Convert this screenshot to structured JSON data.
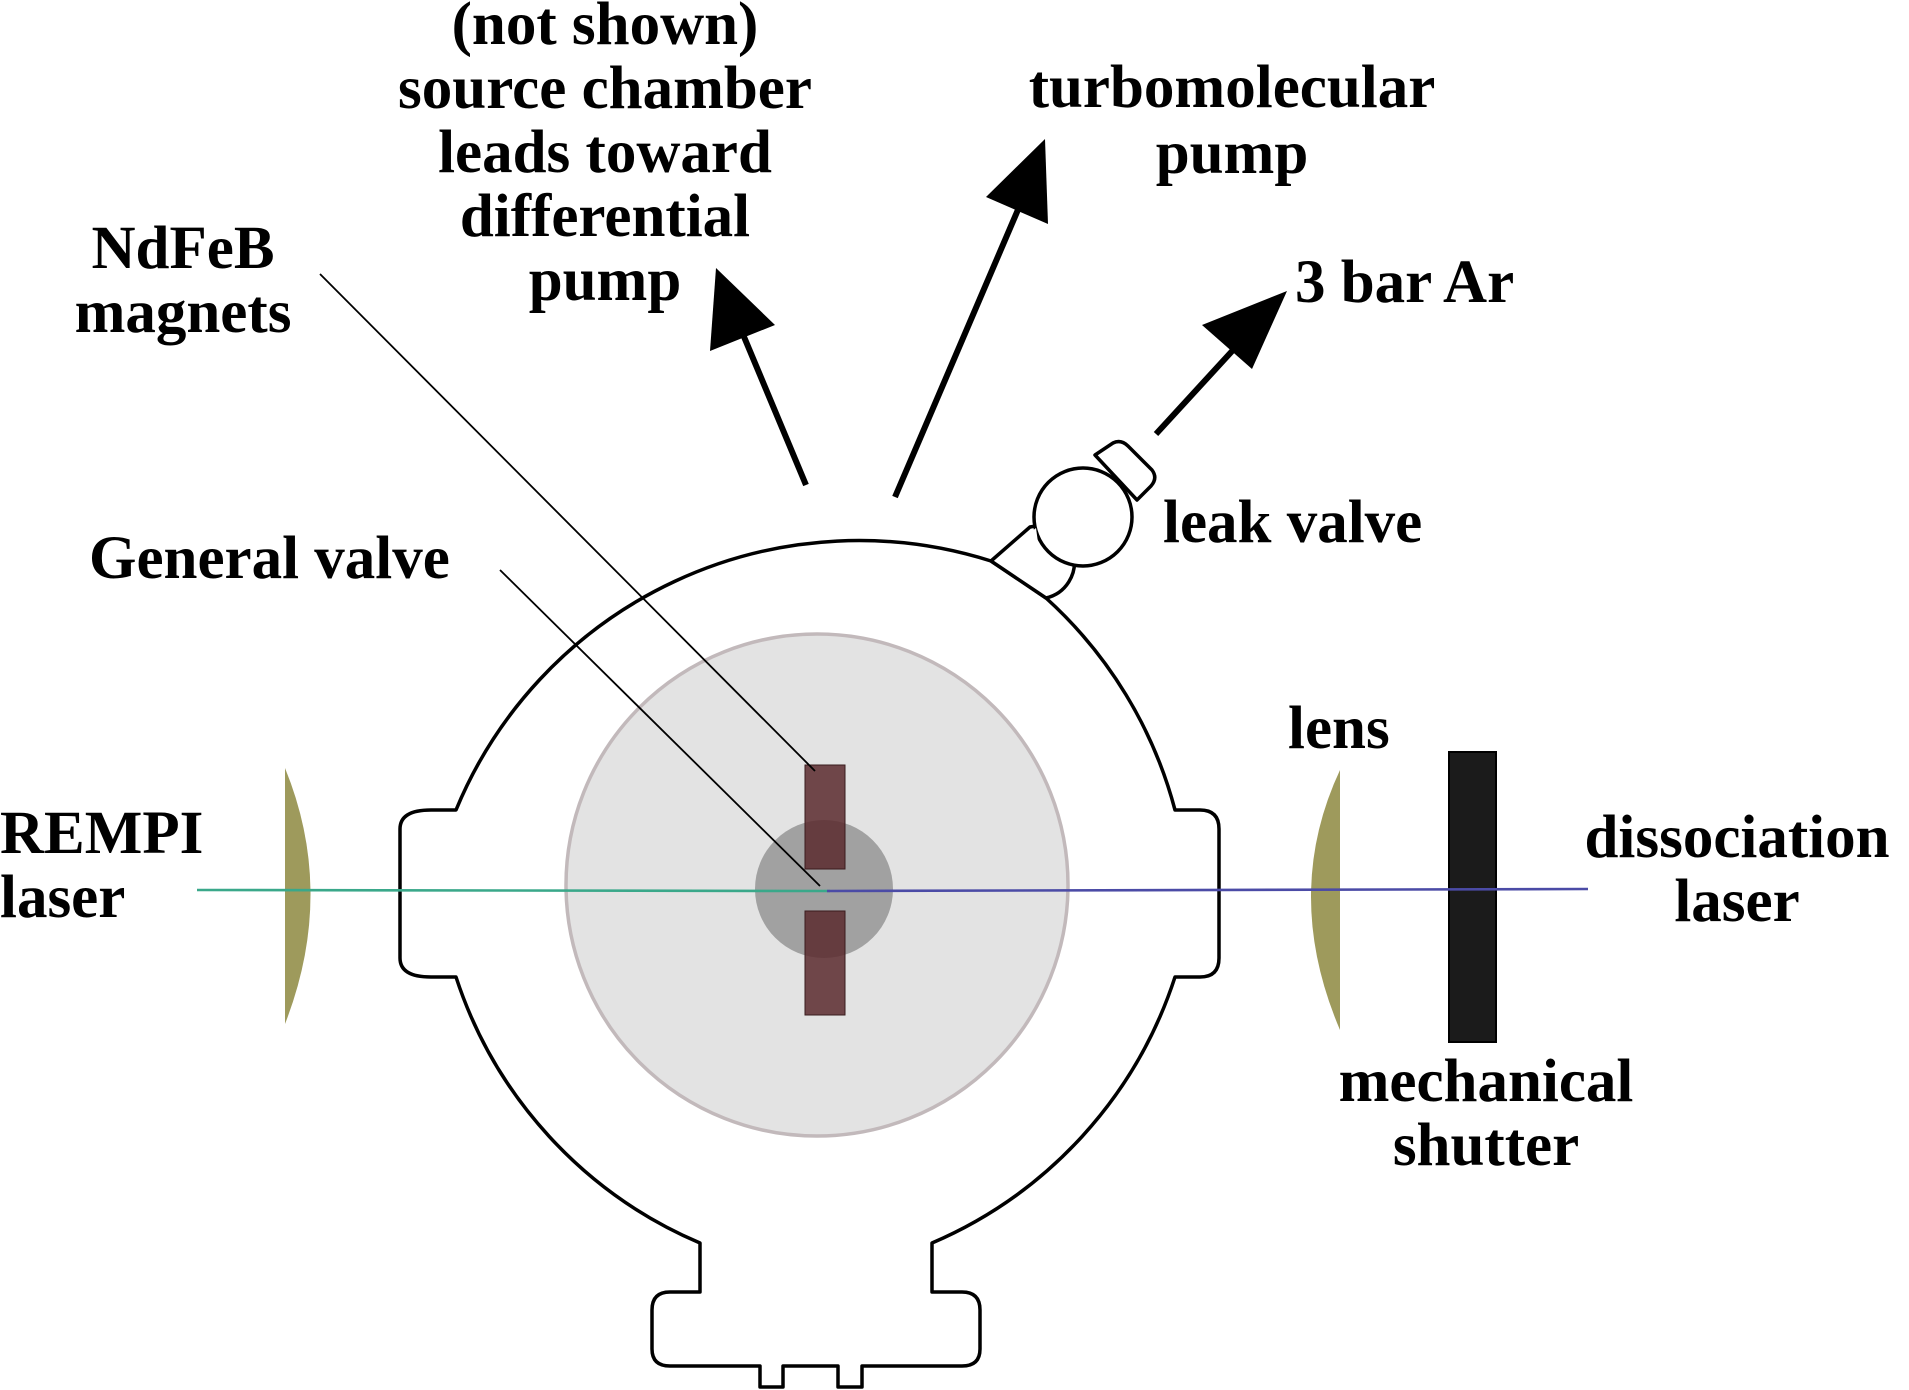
{
  "labels": {
    "not_shown_line1": "(not shown)",
    "not_shown_line2": "source chamber",
    "not_shown_line3": "leads toward",
    "not_shown_line4": "differential",
    "not_shown_line5": "pump",
    "turbo_line1": "turbomolecular",
    "turbo_line2": "pump",
    "argon": "3 bar Ar",
    "magnets_line1": "NdFeB",
    "magnets_line2": "magnets",
    "leak_valve": "leak valve",
    "general_valve": "General valve",
    "lens": "lens",
    "rempi_line1": "REMPI",
    "rempi_line2": "laser",
    "dissociation_line1": "dissociation",
    "dissociation_line2": "laser",
    "shutter_line1": "mechanical",
    "shutter_line2": "shutter"
  },
  "colors": {
    "outline": "#000000",
    "inner_disk": "#e3e3e3",
    "inner_disk_edge": "#c2b9bb",
    "valve_disk": "#999999",
    "magnet": "#5a2a2e",
    "lens": "#9e9a5c",
    "shutter": "#1b1b1b",
    "rempi_beam": "#3aa88a",
    "dissociation_beam": "#4b4ba6"
  }
}
